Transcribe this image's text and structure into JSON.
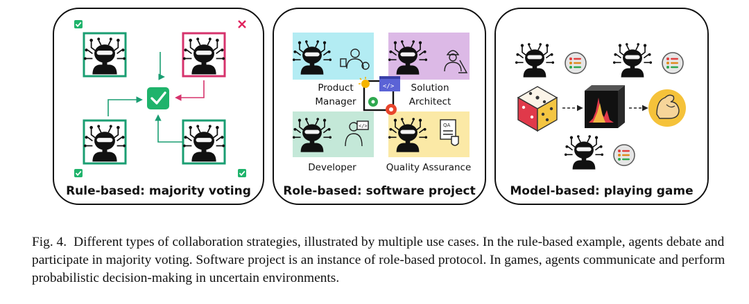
{
  "panels": {
    "rule": {
      "title": "Rule-based: majority voting"
    },
    "role": {
      "title": "Role-based: software project",
      "roles": {
        "pm": "Product\nManager",
        "sa": "Solution\nArchitect",
        "dev": "Developer",
        "qa": "Quality Assurance"
      }
    },
    "model": {
      "title": "Model-based: playing game"
    }
  },
  "caption": {
    "label": "Fig. 4.",
    "text": "Different types of collaboration strategies, illustrated by multiple use cases. In the rule-based example, agents debate and participate in majority voting. Software project is an instance of role-based protocol. In games, agents communicate and perform probabilistic decision-making in uncertain environments."
  },
  "colors": {
    "green": "#1a9e72",
    "red": "#d6336c",
    "cyan": "#b3ecf3",
    "lilac": "#dcb9e6",
    "mint": "#c4e8d8",
    "yellow": "#fbe9a6"
  }
}
